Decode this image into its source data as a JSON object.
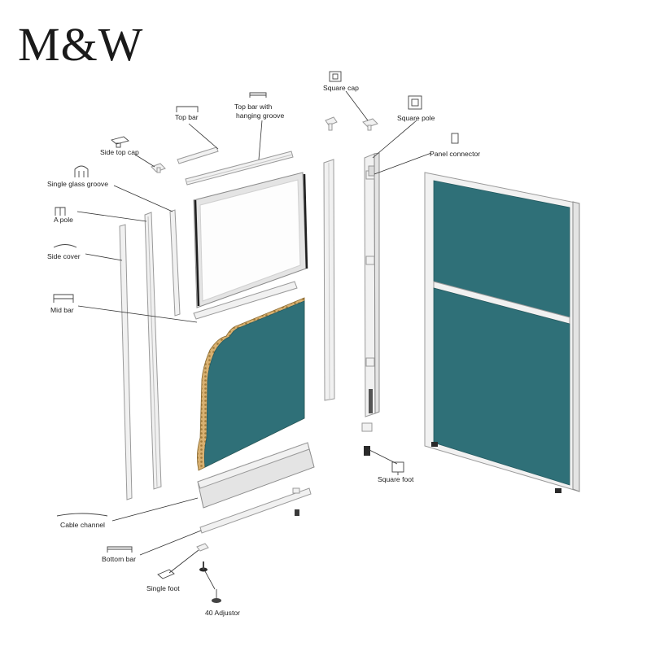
{
  "brand": {
    "logo_text": "M&W"
  },
  "parts": {
    "top_bar": "Top bar",
    "top_bar_hanging_line1": "Top bar with",
    "top_bar_hanging_line2": "hanging groove",
    "side_top_cap": "Side top cap",
    "single_glass_groove": "Single glass groove",
    "a_pole": "A pole",
    "side_cover": "Side cover",
    "mid_bar": "Mid bar",
    "square_cap": "Square cap",
    "square_pole": "Square pole",
    "panel_connector": "Panel connector",
    "square_foot": "Square foot",
    "cable_channel": "Cable channel",
    "bottom_bar": "Bottom bar",
    "single_foot": "Single foot",
    "adjustor": "40 Adjustor"
  },
  "colors": {
    "fabric": "#2f7078",
    "aluminium": "#f1f1f1",
    "outline": "#8c8c8c",
    "foot": "#2a2a2a"
  }
}
